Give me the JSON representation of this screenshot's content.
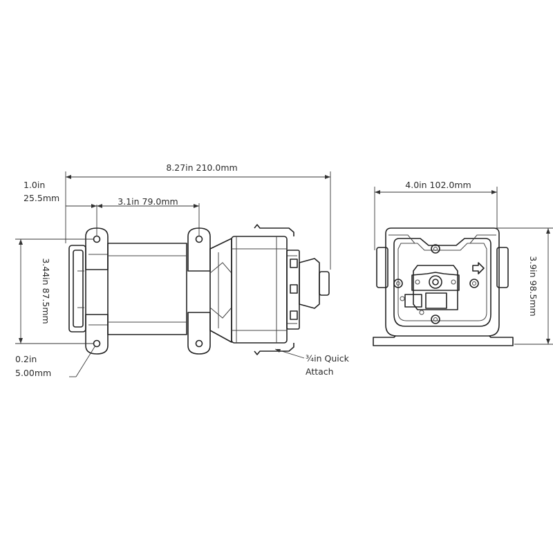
{
  "dimensions": {
    "overall_length": "8.27in  210.0mm",
    "mount_offset_in": "1.0in",
    "mount_offset_mm": "25.5mm",
    "mount_spacing": "3.1in  79.0mm",
    "mount_height": "3.44in  87.5mm",
    "hole_diameter_in": "0.2in",
    "hole_diameter_mm": "5.00mm",
    "front_width": "4.0in  102.0mm",
    "front_height": "3.9in  98.5mm"
  },
  "callouts": {
    "port_line1": "¾in Quick",
    "port_line2": "Attach"
  }
}
